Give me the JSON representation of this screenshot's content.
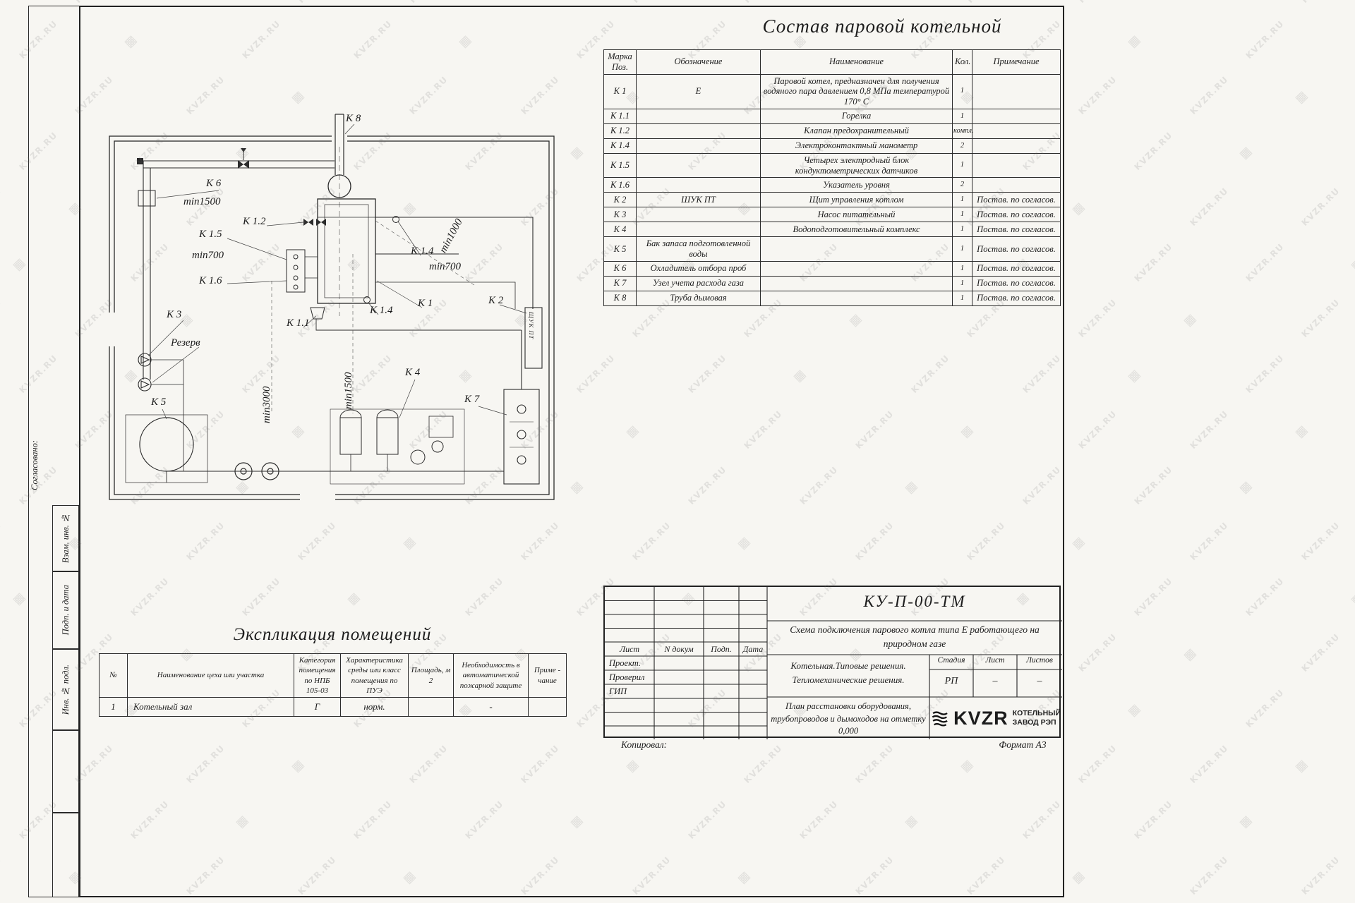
{
  "watermark": {
    "text": "KVZR.RU",
    "glyph": "▦"
  },
  "margin": {
    "agreed": "Согласовано:",
    "vzam": "Взам. инв. №",
    "podp_data": "Подп. и дата",
    "inv_podl": "Инв. № подл."
  },
  "equipment_table": {
    "title": "Состав паровой котельной",
    "headers": {
      "mark": "Марка Поз.",
      "designation": "Обозначение",
      "name": "Наименование",
      "qty": "Кол.",
      "note": "Примечание"
    },
    "rows": [
      {
        "mark": "К 1",
        "designation": "Е",
        "name": "Паровой котел, предназначен для получения водяного пара давлением  0,8  МПа температурой  170° С",
        "qty": "1",
        "note": ""
      },
      {
        "mark": "К 1.1",
        "designation": "",
        "name": "Горелка",
        "qty": "1",
        "note": ""
      },
      {
        "mark": "К 1.2",
        "designation": "",
        "name": "Клапан предохранительный",
        "qty": "компл.",
        "note": ""
      },
      {
        "mark": "К 1.4",
        "designation": "",
        "name": "Электроконтактный манометр",
        "qty": "2",
        "note": ""
      },
      {
        "mark": "К 1.5",
        "designation": "",
        "name": "Четырех электродный блок кондуктометрических датчиков",
        "qty": "1",
        "note": ""
      },
      {
        "mark": "К 1.6",
        "designation": "",
        "name": "Указатель уровня",
        "qty": "2",
        "note": ""
      },
      {
        "mark": "К 2",
        "designation": "ШУК ПТ",
        "name": "Щит управления котлом",
        "qty": "1",
        "note": "Постав. по согласов."
      },
      {
        "mark": "К 3",
        "designation": "",
        "name": "Насос питательный",
        "qty": "1",
        "note": "Постав. по согласов."
      },
      {
        "mark": "К 4",
        "designation": "",
        "name": "Водоподготовительный комплекс",
        "qty": "1",
        "note": "Постав. по согласов."
      },
      {
        "mark": "К 5",
        "designation": "Бак запаса подготовленной воды",
        "name": "",
        "qty": "1",
        "note": "Постав. по согласов."
      },
      {
        "mark": "К 6",
        "designation": "Охладитель отбора проб",
        "name": "",
        "qty": "1",
        "note": "Постав. по согласов."
      },
      {
        "mark": "К 7",
        "designation": "Узел учета расхода газа",
        "name": "",
        "qty": "1",
        "note": "Постав. по согласов."
      },
      {
        "mark": "К 8",
        "designation": "Труба дымовая",
        "name": "",
        "qty": "1",
        "note": "Постав. по согласов."
      }
    ]
  },
  "schematic": {
    "labels": {
      "k8": "К 8",
      "k6": "К 6",
      "min1500_top": "min1500",
      "k12": "К 1.2",
      "k15": "К 1.5",
      "min700_left": "min700",
      "k16": "К 1.6",
      "k3": "К 3",
      "rezerv": "Резерв",
      "k5": "К 5",
      "k11": "К 1.1",
      "k14_a": "К 1.4",
      "k1": "К 1",
      "k14_b": "К 1.4",
      "min700_right": "min700",
      "k2": "К 2",
      "min1000": "min1000",
      "min1500_vert": "min1500",
      "min3000": "min3000",
      "k4": "К 4",
      "k7": "К 7",
      "panel": "ЩУК ПТ"
    }
  },
  "explication": {
    "title": "Экспликация помещений",
    "headers": {
      "num": "№",
      "name": "Наименование цеха или участка",
      "category": "Категория помещения по НПБ 105-03",
      "env": "Характеристика среды или класс помещения по ПУЭ",
      "area": "Площадь, м 2",
      "fire": "Необходимость в автоматической пожарной защите",
      "note": "Приме - чание"
    },
    "rows": [
      {
        "num": "1",
        "name": "Котельный зал",
        "category": "Г",
        "env": "норм.",
        "area": "",
        "fire": "-",
        "note": ""
      }
    ]
  },
  "stamp": {
    "doc_number": "КУ-П-00-ТМ",
    "doc_subtitle": "Схема подключения парового котла типа Е работающего на природном газе",
    "cols": {
      "sheet": "Лист",
      "doc": "N докум",
      "sign": "Подп.",
      "date": "Дата"
    },
    "roles": {
      "design": "Проект.",
      "checked": "Проверил",
      "gip": "ГИП"
    },
    "desc_line1": "Котельная.Типовые решения.",
    "desc_line2": "Тепломеханические решения.",
    "stage_label": "Стадия",
    "sheet_label": "Лист",
    "sheets_label": "Листов",
    "stage_value": "РП",
    "sheet_value": "–",
    "sheets_value": "–",
    "plan_title": "План расстановки оборудования, трубопроводов и дымоходов на отметку  0,000",
    "brand": {
      "logo": "KVZR",
      "line1": "КОТЕЛЬНЫЙ",
      "line2": "ЗАВОД РЭП"
    },
    "copied": "Копировал:",
    "format": "Формат А3"
  }
}
